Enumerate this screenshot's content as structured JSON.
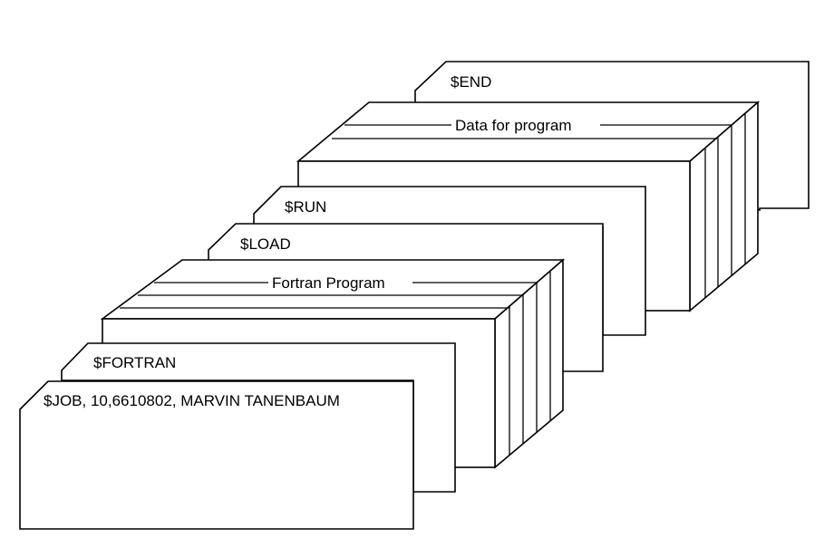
{
  "colors": {
    "stroke": "#000000",
    "background": "#ffffff"
  },
  "cards": {
    "end": "$END",
    "data_block": "Data for program",
    "run": "$RUN",
    "load": "$LOAD",
    "fortran_block": "Fortran Program",
    "fortran": "$FORTRAN",
    "job": "$JOB, 10,6610802, MARVIN TANENBAUM"
  }
}
